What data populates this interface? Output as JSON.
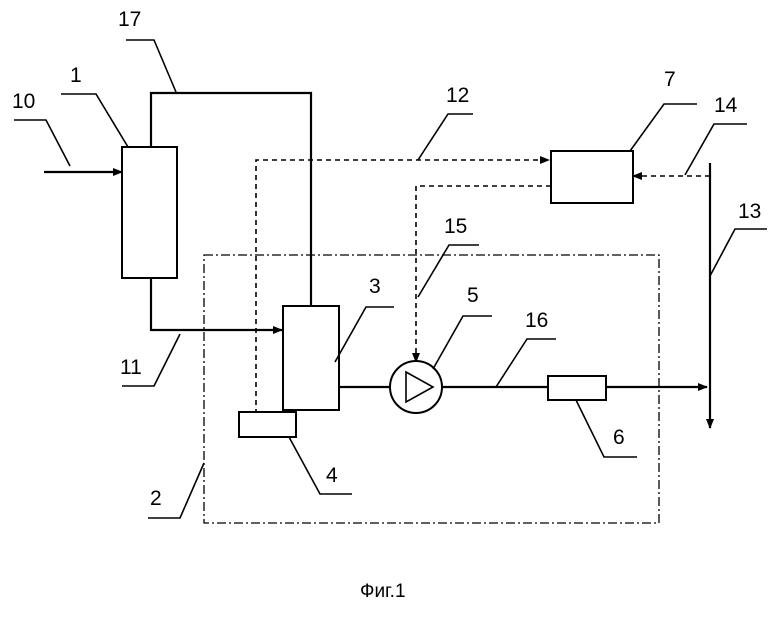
{
  "labels": {
    "n1": "1",
    "n2": "2",
    "n3": "3",
    "n4": "4",
    "n5": "5",
    "n6": "6",
    "n7": "7",
    "n10": "10",
    "n11": "11",
    "n12": "12",
    "n13": "13",
    "n14": "14",
    "n15": "15",
    "n16": "16",
    "n17": "17"
  },
  "caption": "Фиг.1"
}
